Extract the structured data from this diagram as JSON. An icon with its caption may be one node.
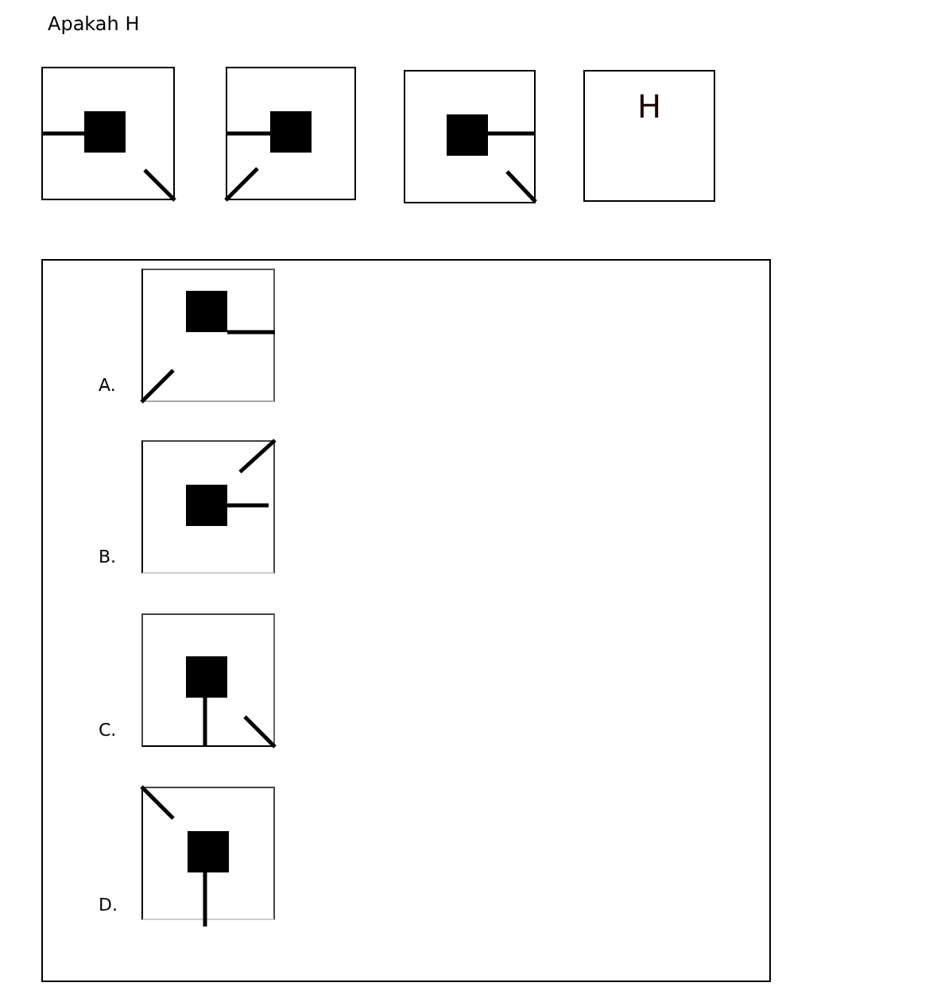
{
  "diagram": {
    "title": "Apakah H",
    "nodes": [
      {
        "text": [],
        "shape": "box"
      },
      {
        "text": [],
        "shape": "box"
      },
      {
        "text": [],
        "shape": "box"
      },
      {
        "text": [
          "H"
        ]
      },
      {
        "text": [],
        "shape": "box"
      },
      {
        "text": [],
        "shape": "box",
        "in": 4,
        "beside": [
          "A."
        ]
      },
      {
        "text": [],
        "shape": "box",
        "in": 4,
        "beside": [
          "B."
        ]
      },
      {
        "text": [],
        "shape": "box",
        "in": 4,
        "beside": [
          "C."
        ]
      },
      {
        "text": [],
        "shape": "box",
        "in": 4,
        "beside": [
          "D."
        ]
      }
    ]
  }
}
